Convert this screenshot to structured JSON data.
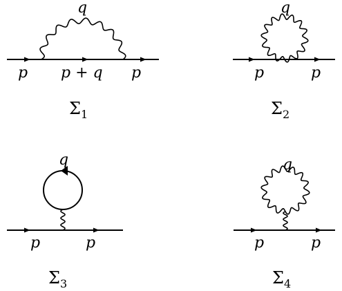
{
  "diagrams": [
    {
      "id": "sigma1",
      "name": "Σ",
      "index": "1",
      "labels": {
        "loop": "q",
        "left": "p",
        "middle": "p + q",
        "right": "p"
      }
    },
    {
      "id": "sigma2",
      "name": "Σ",
      "index": "2",
      "labels": {
        "loop": "q",
        "left": "p",
        "right": "p"
      }
    },
    {
      "id": "sigma3",
      "name": "Σ",
      "index": "3",
      "labels": {
        "loop": "q",
        "left": "p",
        "right": "p"
      }
    },
    {
      "id": "sigma4",
      "name": "Σ",
      "index": "4",
      "labels": {
        "loop": "q",
        "left": "p",
        "right": "p"
      }
    }
  ],
  "colors": {
    "stroke": "#000000",
    "background": "#ffffff"
  }
}
